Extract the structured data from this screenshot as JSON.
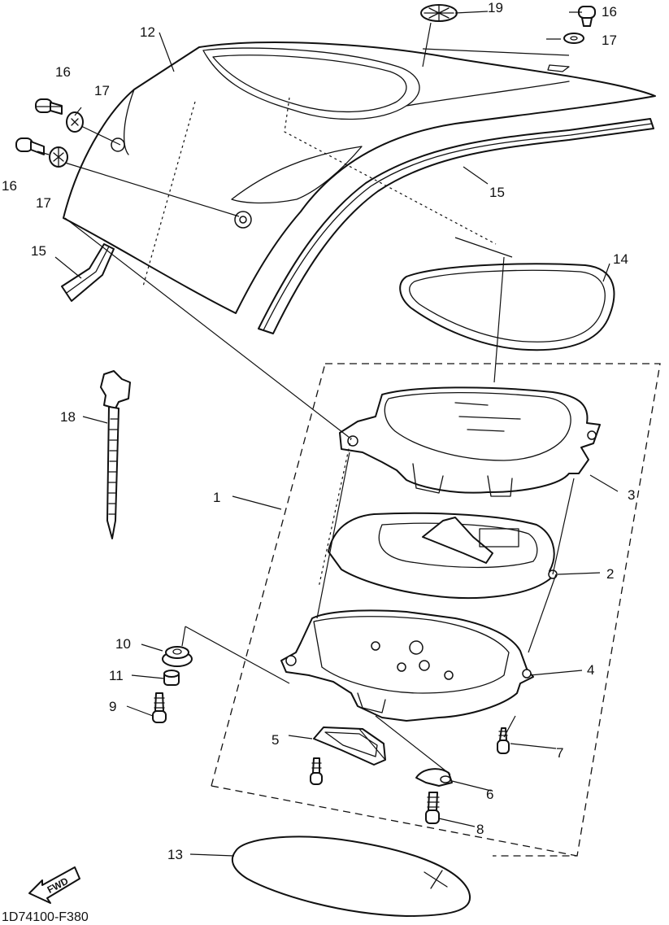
{
  "figure_code": "1D74100-F380",
  "fwd_label": "FWD",
  "callouts": {
    "c1": "1",
    "c2": "2",
    "c3": "3",
    "c4": "4",
    "c5": "5",
    "c6": "6",
    "c7": "7",
    "c8": "8",
    "c9": "9",
    "c10": "10",
    "c11": "11",
    "c12": "12",
    "c13": "13",
    "c14": "14",
    "c15a": "15",
    "c15b": "15",
    "c16a": "16",
    "c16b": "16",
    "c16c": "16",
    "c17a": "17",
    "c17b": "17",
    "c17c": "17",
    "c18": "18",
    "c19": "19"
  }
}
